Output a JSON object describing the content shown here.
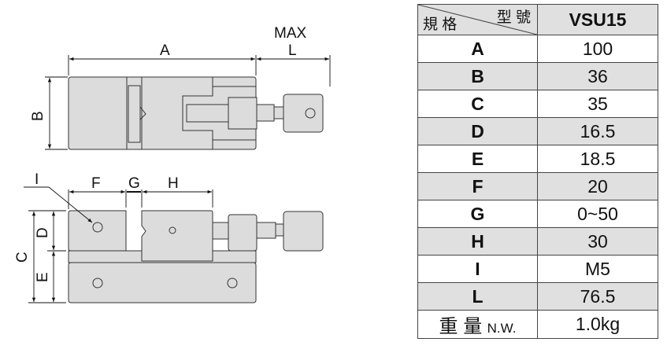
{
  "drawing": {
    "top_view": {
      "dim_labels": {
        "A": "A",
        "L": "L",
        "max": "MAX",
        "B": "B"
      }
    },
    "side_view": {
      "dim_labels": {
        "I": "I",
        "F": "F",
        "G": "G",
        "H": "H",
        "C": "C",
        "D": "D",
        "E": "E"
      }
    },
    "colors": {
      "body_fill": "#dcdcdc",
      "outline": "#333333"
    }
  },
  "table": {
    "header": {
      "spec_label": "規 格",
      "model_label": "型 號",
      "model": "VSU15"
    },
    "rows": [
      {
        "label": "A",
        "value": "100"
      },
      {
        "label": "B",
        "value": "36"
      },
      {
        "label": "C",
        "value": "35"
      },
      {
        "label": "D",
        "value": "16.5"
      },
      {
        "label": "E",
        "value": "18.5"
      },
      {
        "label": "F",
        "value": "20"
      },
      {
        "label": "G",
        "value": "0~50"
      },
      {
        "label": "H",
        "value": "30"
      },
      {
        "label": "I",
        "value": "M5"
      },
      {
        "label": "L",
        "value": "76.5"
      }
    ],
    "weight": {
      "label_cjk": "重 量",
      "label_en": "N.W.",
      "value": "1.0kg"
    },
    "colors": {
      "shade": "#e0e0e0",
      "border": "#444444"
    }
  }
}
